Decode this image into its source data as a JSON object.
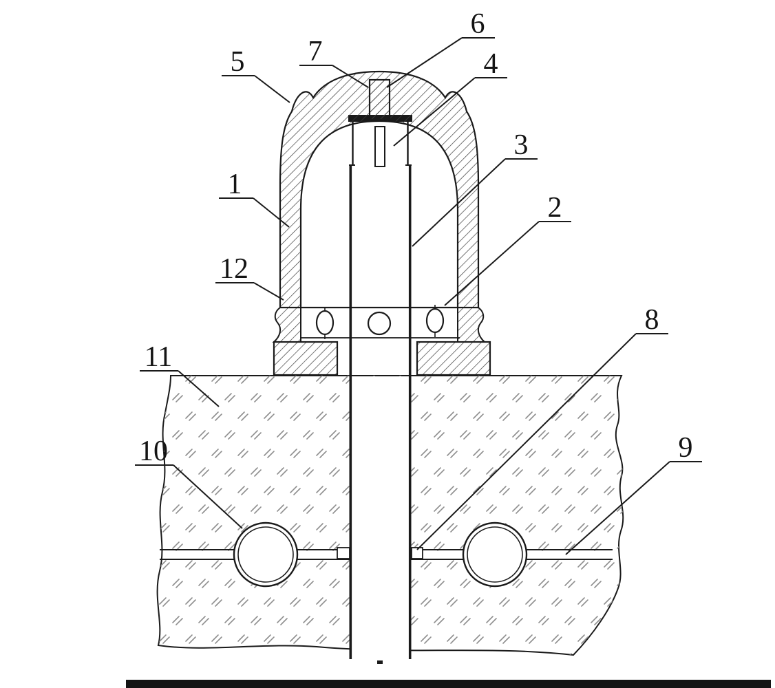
{
  "figure": {
    "kind": "patent-technical-drawing",
    "description": "Cross-section of an anchor/valve assembly with domed cap mounted on a hatched ground block, central vertical tube passing through, two bore circles in the ground",
    "labels": [
      {
        "text": "1"
      },
      {
        "text": "2"
      },
      {
        "text": "3"
      },
      {
        "text": "4"
      },
      {
        "text": "5"
      },
      {
        "text": "6"
      },
      {
        "text": "7"
      },
      {
        "text": "8"
      },
      {
        "text": "9"
      },
      {
        "text": "10"
      },
      {
        "text": "11"
      },
      {
        "text": "12"
      }
    ]
  },
  "colors": {
    "line": "#1a1a1a",
    "hatch": "#3c3c3c",
    "masonry": "#8f8f8f",
    "background": "#ffffff"
  }
}
